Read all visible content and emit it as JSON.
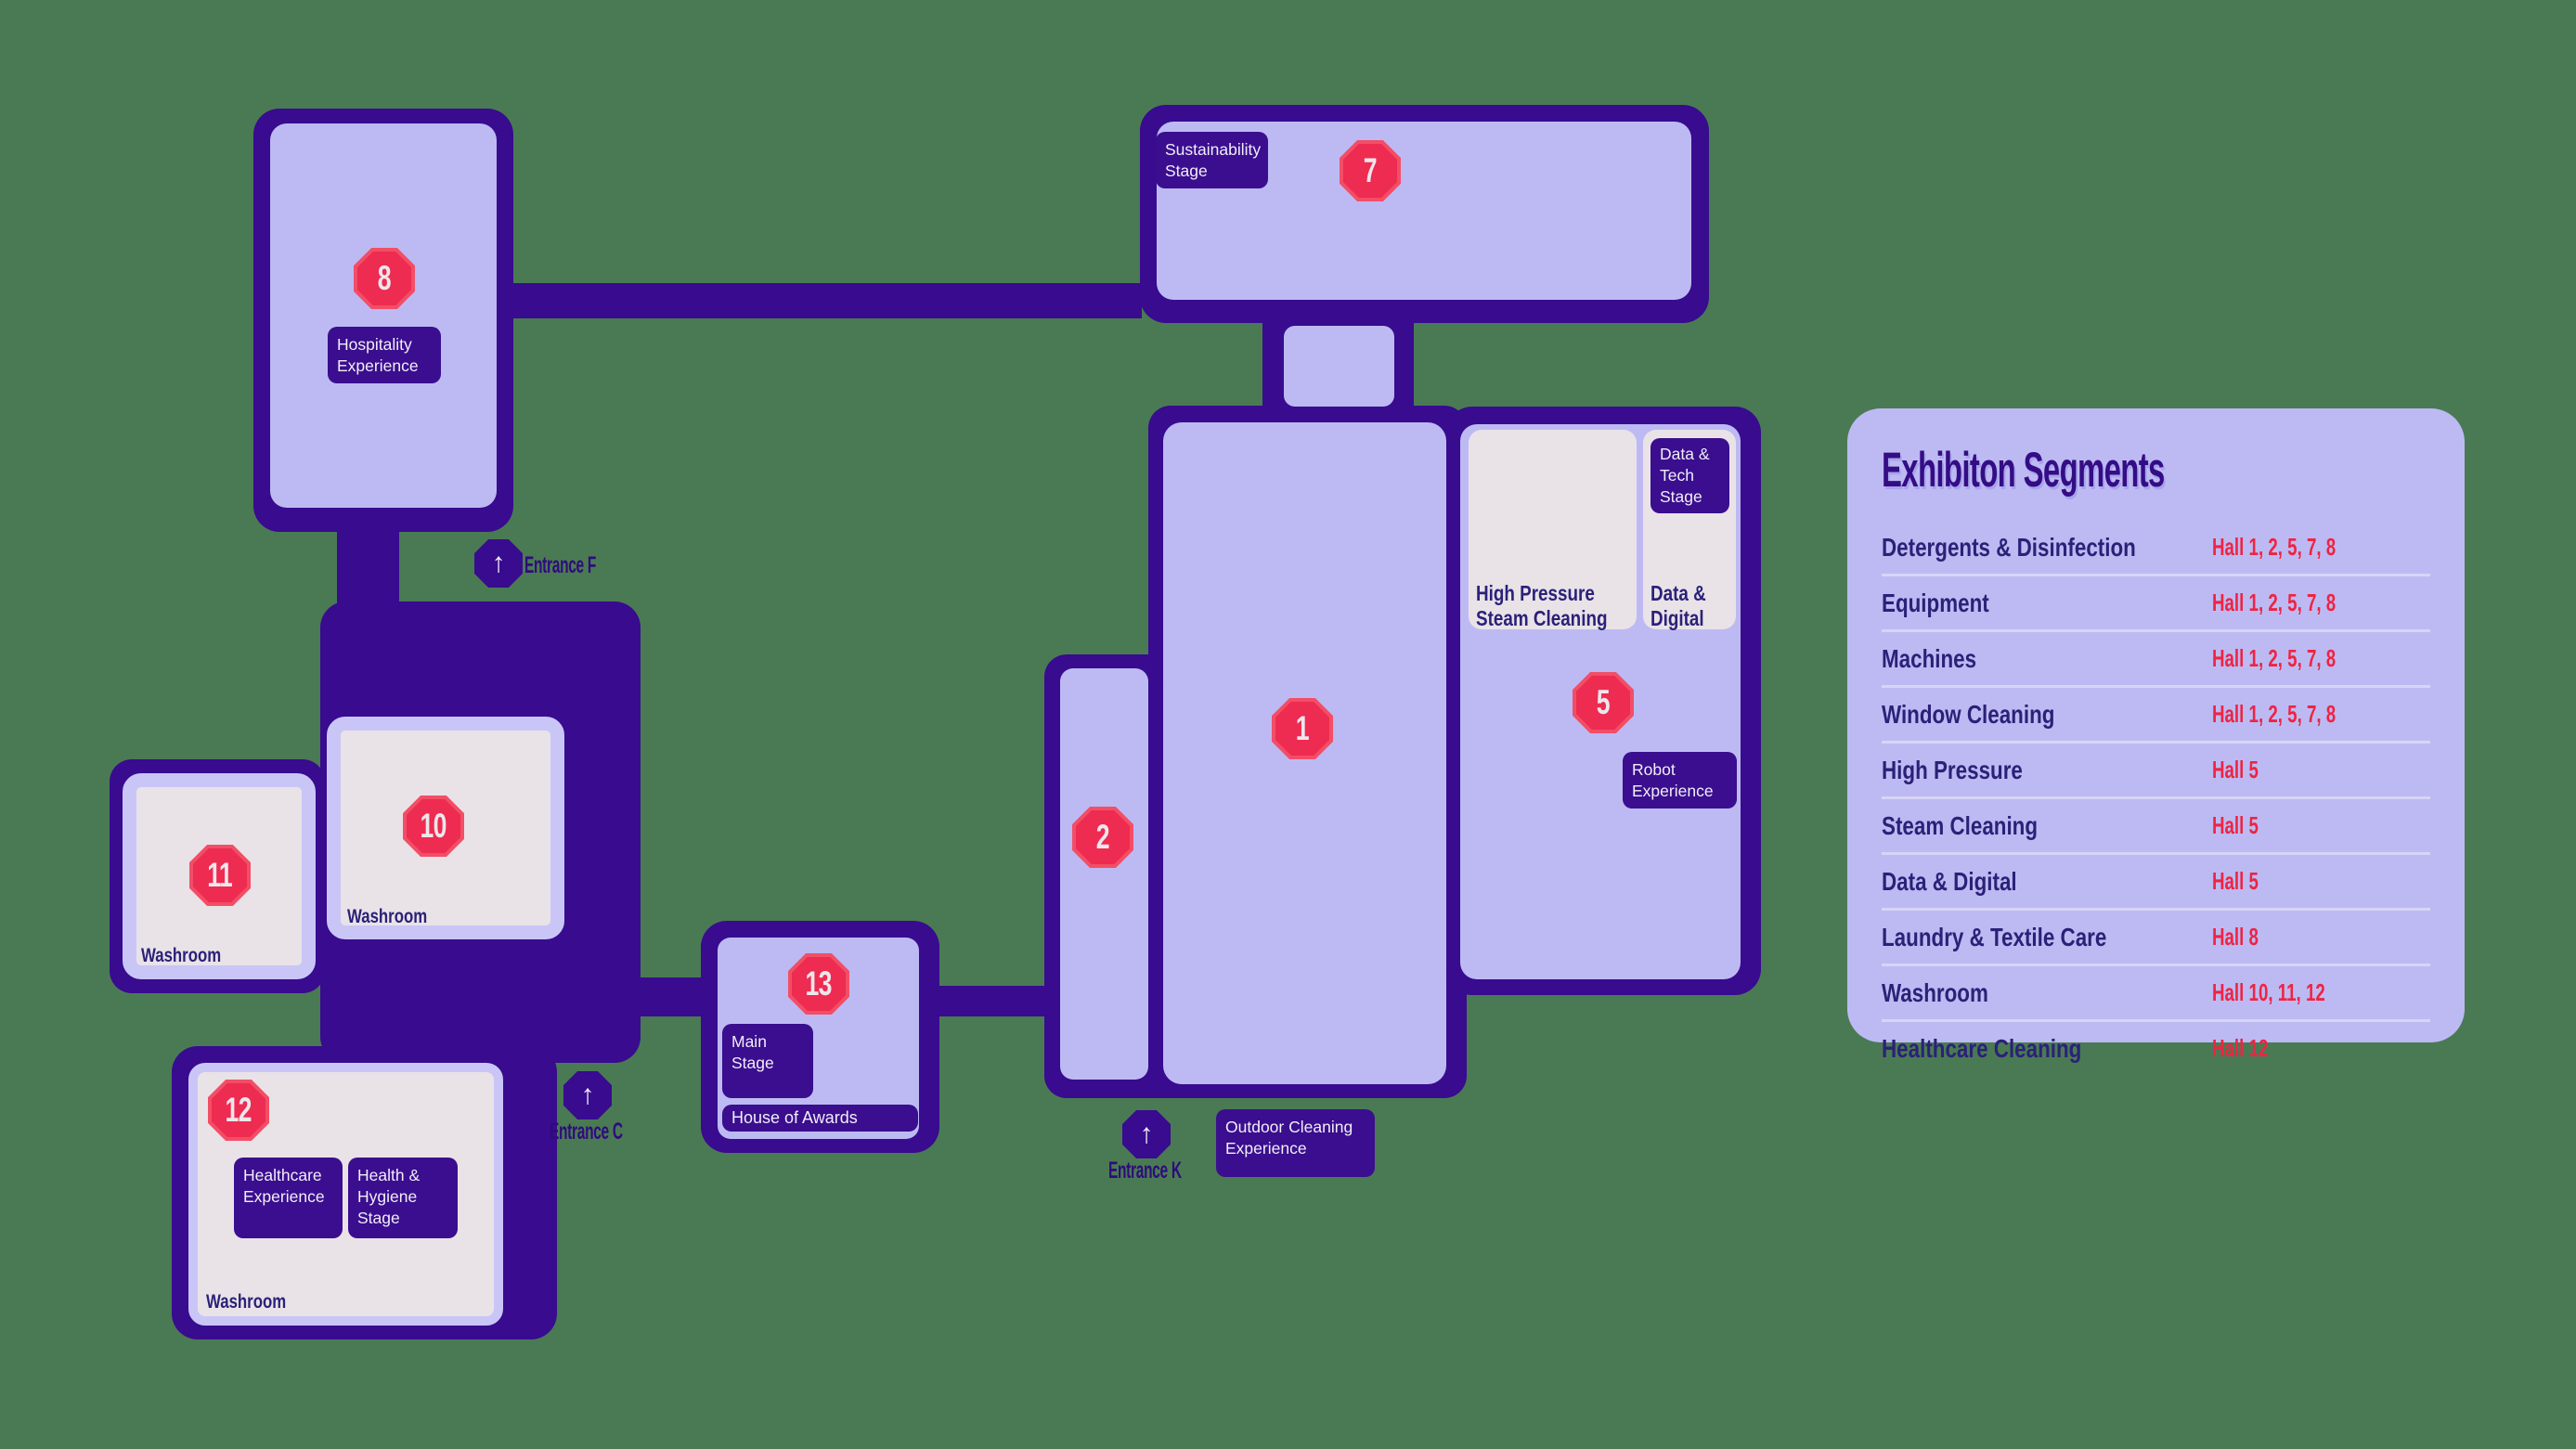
{
  "map": {
    "halls": {
      "h1": {
        "badge": "1"
      },
      "h2": {
        "badge": "2"
      },
      "h5": {
        "badge": "5"
      },
      "h7": {
        "badge": "7"
      },
      "h8": {
        "badge": "8"
      },
      "h10": {
        "badge": "10"
      },
      "h11": {
        "badge": "11"
      },
      "h12": {
        "badge": "12"
      },
      "h13": {
        "badge": "13"
      }
    },
    "labels": {
      "washroom": "Washroom",
      "sustainability_stage": "Sustainability Stage",
      "hospitality_experience": "Hospitality Experience",
      "data_tech_stage": "Data & Tech Stage",
      "data_digital": "Data & Digital",
      "high_pressure_steam": "High Pressure Steam Cleaning",
      "robot_experience": "Robot Experience",
      "outdoor_cleaning": "Outdoor Cleaning Experience",
      "main_stage": "Main Stage",
      "house_of_awards": "House of Awards",
      "healthcare_experience": "Healthcare Experience",
      "health_hygiene_stage": "Health & Hygiene Stage"
    },
    "entrances": {
      "f": {
        "label": "Entrance F",
        "arrow": "↑"
      },
      "c": {
        "label": "Entrance C",
        "arrow": "↑"
      },
      "k": {
        "label": "Entrance K",
        "arrow": "↑"
      }
    }
  },
  "legend": {
    "title": "Exhibiton Segments",
    "rows": [
      {
        "label": "Detergents & Disinfection",
        "halls": "Hall 1, 2, 5, 7, 8"
      },
      {
        "label": "Equipment",
        "halls": "Hall 1, 2, 5, 7, 8"
      },
      {
        "label": "Machines",
        "halls": "Hall 1, 2, 5, 7, 8"
      },
      {
        "label": "Window Cleaning",
        "halls": "Hall 1, 2, 5, 7, 8"
      },
      {
        "label": "High Pressure",
        "halls": "Hall 5"
      },
      {
        "label": "Steam Cleaning",
        "halls": "Hall 5"
      },
      {
        "label": "Data & Digital",
        "halls": "Hall 5"
      },
      {
        "label": "Laundry & Textile Care",
        "halls": "Hall 8"
      },
      {
        "label": "Washroom",
        "halls": "Hall 10, 11, 12"
      },
      {
        "label": "Healthcare Cleaning",
        "halls": "Hall 12"
      }
    ]
  },
  "colors": {
    "background": "#4a7a53",
    "corridor": "#380b8f",
    "hall_fill": "#bdbaf3",
    "room_fill": "#e9e3e8",
    "room_border": "#c9c6f7",
    "badge_red": "#ee2b50",
    "legend_value_red": "#ee2443",
    "text_indigo": "#2b2178"
  }
}
